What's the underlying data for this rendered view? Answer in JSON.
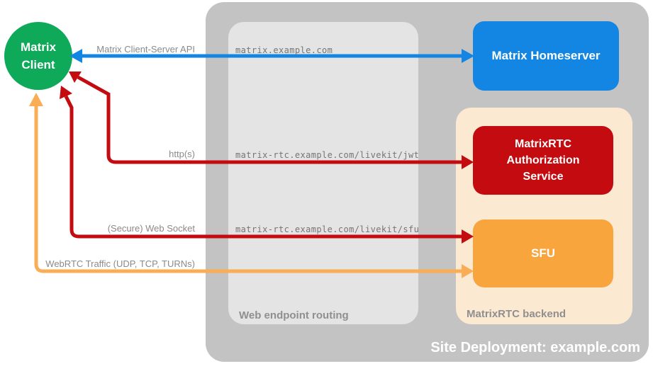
{
  "containers": {
    "site_deployment": {
      "label": "Site Deployment: example.com",
      "color": "#c3c3c3"
    },
    "web_endpoint_routing": {
      "label": "Web endpoint routing",
      "color": "#e4e4e4"
    },
    "matrixrtc_backend": {
      "label": "MatrixRTC backend",
      "color": "#fce9d2"
    }
  },
  "nodes": {
    "matrix_client": {
      "label": "Matrix Client",
      "color": "#0ea959"
    },
    "matrix_homeserver": {
      "label": "Matrix Homeserver",
      "color": "#1385e2"
    },
    "auth_service": {
      "label": "MatrixRTC Authorization Service",
      "color": "#c30b10"
    },
    "sfu": {
      "label": "SFU",
      "color": "#f9a53e"
    }
  },
  "connections": [
    {
      "label": "Matrix Client-Server API",
      "endpoint": "matrix.example.com",
      "from": "Matrix Client",
      "to": "Matrix Homeserver",
      "bidirectional": true,
      "color": "#1385e2"
    },
    {
      "label": "http(s)",
      "endpoint": "matrix-rtc.example.com/livekit/jwt",
      "from": "Matrix Client",
      "to": "MatrixRTC Authorization Service",
      "bidirectional": true,
      "color": "#c30b10"
    },
    {
      "label": "(Secure) Web Socket",
      "endpoint": "matrix-rtc.example.com/livekit/sfu",
      "from": "Matrix Client",
      "to": "SFU",
      "bidirectional": true,
      "color": "#c30b10"
    },
    {
      "label": "WebRTC Traffic (UDP, TCP, TURNs)",
      "endpoint": "",
      "from": "Matrix Client",
      "to": "SFU",
      "bidirectional": true,
      "color": "#f9ad55"
    }
  ]
}
